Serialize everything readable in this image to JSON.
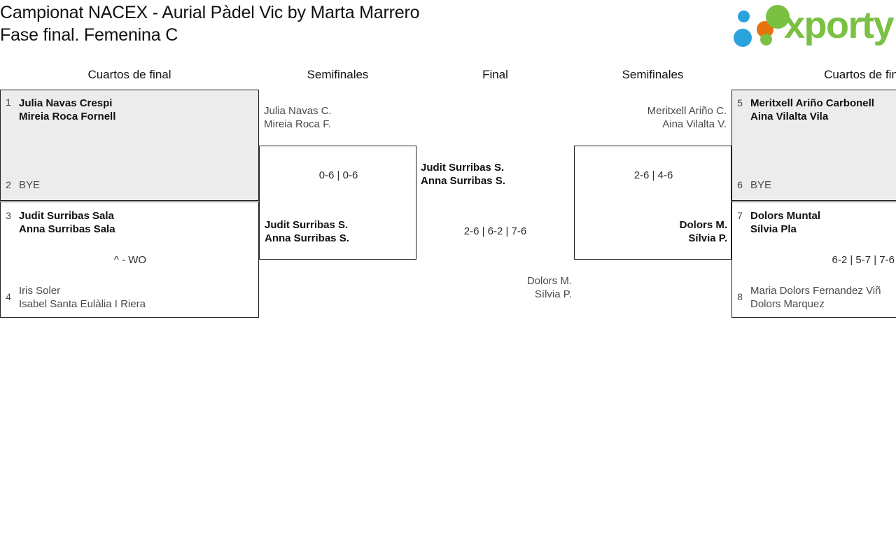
{
  "header": {
    "title_line1": "Campionat NACEX - Aurial Pàdel Vic by Marta Marrero",
    "title_line2": "Fase final. Femenina C",
    "logo_word": "xporty"
  },
  "rounds": {
    "qf_left": "Cuartos de final",
    "sf_left": "Semifinales",
    "final": "Final",
    "sf_right": "Semifinales",
    "qf_right": "Cuartos de fin"
  },
  "matches": {
    "qf1": {
      "seed_top": "1",
      "top_p1": "Julia Navas Crespi",
      "top_p2": "Mireia Roca Fornell",
      "seed_bottom": "2",
      "bottom_label": "BYE",
      "score": ""
    },
    "qf2": {
      "seed_top": "3",
      "top_p1": "Judit Surribas Sala",
      "top_p2": "Anna Surribas Sala",
      "seed_bottom": "4",
      "bottom_p1": "Iris Soler",
      "bottom_p2": "Isabel Santa Eulàlia I Riera",
      "score": "^ - WO"
    },
    "sf_left": {
      "top_p1": "Julia Navas C.",
      "top_p2": "Mireia Roca F.",
      "bottom_p1": "Judit Surribas S.",
      "bottom_p2": "Anna Surribas S.",
      "score": "0-6 | 0-6"
    },
    "final": {
      "top_p1": "Judit Surribas S.",
      "top_p2": "Anna Surribas S.",
      "bottom_p1": "Dolors M.",
      "bottom_p2": "Sílvia P.",
      "score": "2-6 | 6-2 | 7-6"
    },
    "sf_right": {
      "top_p1": "Meritxell Ariño C.",
      "top_p2": "Aina Vilalta V.",
      "bottom_p1": "Dolors M.",
      "bottom_p2": "Sílvia P.",
      "score": "2-6 | 4-6"
    },
    "qf3": {
      "seed_top": "5",
      "top_p1": "Meritxell Ariño Carbonell",
      "top_p2": "Aina Vilalta Vila",
      "seed_bottom": "6",
      "bottom_label": "BYE",
      "score": ""
    },
    "qf4": {
      "seed_top": "7",
      "top_p1": "Dolors Muntal",
      "top_p2": "Sílvia Pla",
      "seed_bottom": "8",
      "bottom_p1": "Maria Dolors Fernandez Viñ",
      "bottom_p2": "Dolors Marquez",
      "score": "6-2 | 5-7 | 7-6"
    }
  },
  "colors": {
    "shaded_fill": "#ececec",
    "border": "#231f20",
    "logo_green": "#7ac143",
    "logo_blue": "#2aa3dd",
    "logo_orange": "#e8720c"
  }
}
